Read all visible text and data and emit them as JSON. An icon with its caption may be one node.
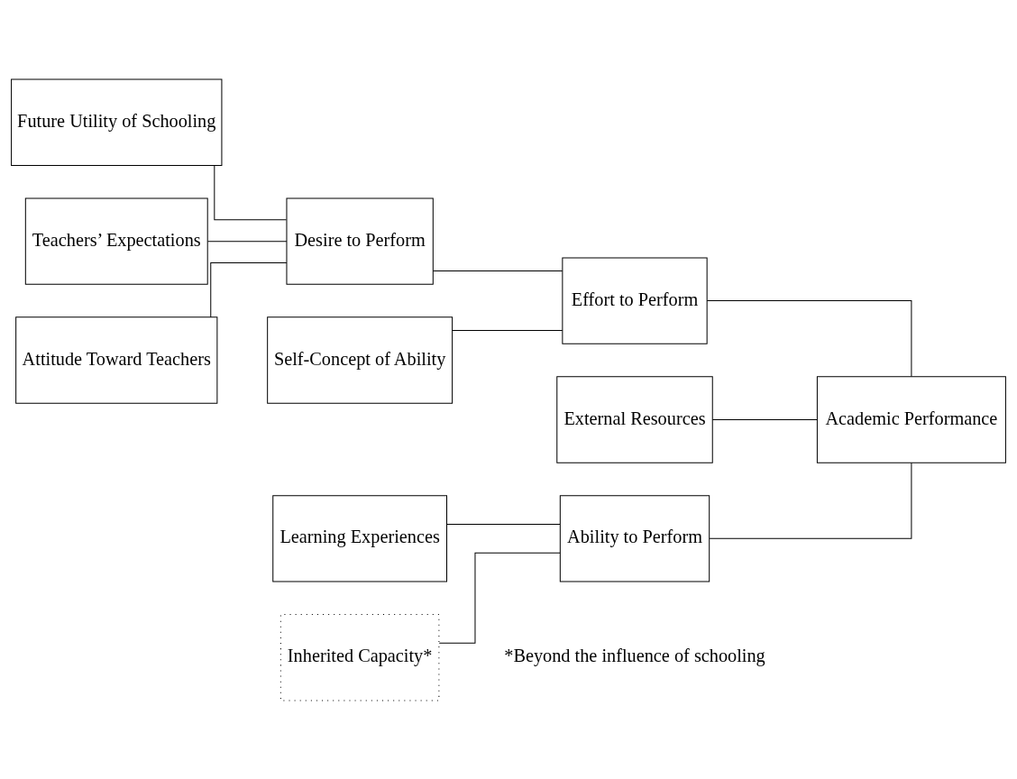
{
  "diagram": {
    "nodes": [
      {
        "text": [
          "Future Utility of Schooling"
        ]
      },
      {
        "text": [
          "Teachers’ Expectations"
        ]
      },
      {
        "text": [
          "Attitude Toward Teachers"
        ]
      },
      {
        "text": [
          "Self-Concept of Ability"
        ]
      },
      {
        "text": [
          "Desire to Perform"
        ]
      },
      {
        "text": [
          "Learning Experiences"
        ]
      },
      {
        "text": [
          "Inherited Capacity*"
        ]
      },
      {
        "text": [
          "Effort to Perform"
        ]
      },
      {
        "text": [
          "External Resources"
        ]
      },
      {
        "text": [
          "Ability to Perform"
        ]
      },
      {
        "text": [
          "Academic Performance"
        ]
      }
    ],
    "edges": [
      {
        "from": 0,
        "to": 4,
        "arrow": "none"
      },
      {
        "from": 1,
        "to": 4,
        "arrow": "none"
      },
      {
        "from": 2,
        "to": 4,
        "arrow": "none"
      },
      {
        "from": 3,
        "to": 7,
        "arrow": "none"
      },
      {
        "from": 4,
        "to": 7,
        "arrow": "none"
      },
      {
        "from": 5,
        "to": 9,
        "arrow": "none"
      },
      {
        "from": 6,
        "to": 9,
        "arrow": "none"
      },
      {
        "from": 7,
        "to": 10,
        "arrow": "none"
      },
      {
        "from": 8,
        "to": 10,
        "arrow": "none"
      },
      {
        "from": 9,
        "to": 10,
        "arrow": "none"
      }
    ],
    "labels": [
      "*Beyond the influence of schooling"
    ]
  }
}
